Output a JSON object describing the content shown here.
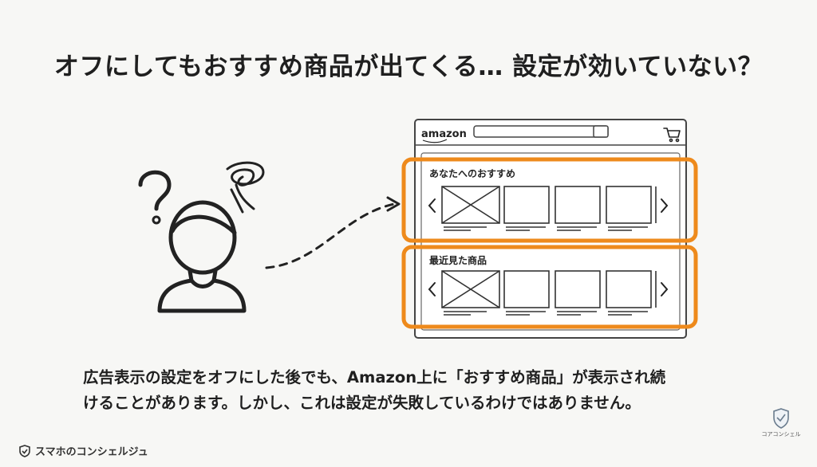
{
  "title": "オフにしてもおすすめ商品が出てくる… 設定が効いていない？",
  "browser": {
    "logo": "amazon",
    "section1": "あなたへのおすすめ",
    "section2": "最近見た商品"
  },
  "caption": {
    "line1": "広告表示の設定をオフにした後でも、Amazon上に「おすすめ商品」が表示され続",
    "line2": "けることがあります。しかし、これは設定が失敗しているわけではありません。"
  },
  "footer": {
    "brand": "スマホのコンシェルジュ",
    "logo_text": "コアコンシェル"
  },
  "colors": {
    "highlight": "#ee8a1c",
    "ink": "#222222"
  },
  "icons": [
    "question-mark-icon",
    "swirl-icon",
    "person-icon",
    "cart-icon",
    "chevron-left-icon",
    "chevron-right-icon",
    "shield-icon"
  ]
}
